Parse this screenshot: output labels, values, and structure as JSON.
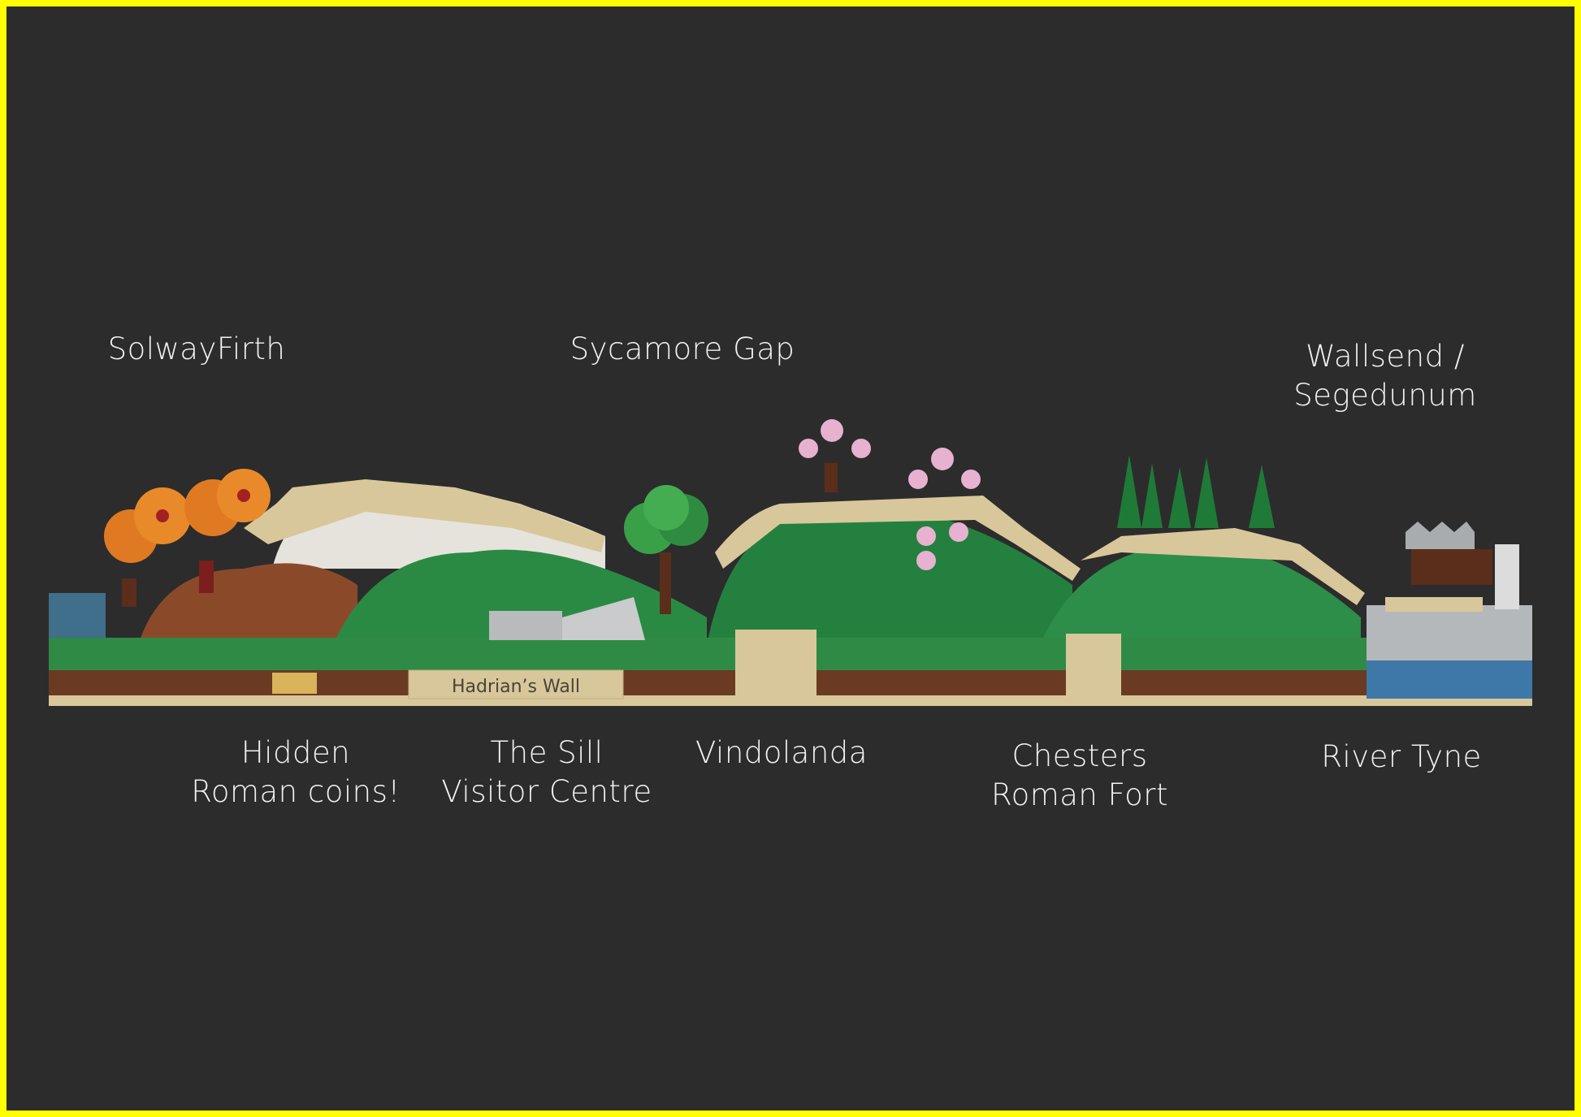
{
  "labels": {
    "solway_firth": "SolwayFirth",
    "sycamore_gap": "Sycamore Gap",
    "wallsend_line1": "Wallsend /",
    "wallsend_line2": "Segedunum",
    "hidden_coins_line1": "Hidden",
    "hidden_coins_line2": "Roman coins!",
    "the_sill_line1": "The Sill",
    "the_sill_line2": "Visitor Centre",
    "vindolanda": "Vindolanda",
    "chesters_line1": "Chesters",
    "chesters_line2": "Roman Fort",
    "river_tyne": "River Tyne"
  },
  "plaque": "Hadrian’s Wall",
  "colors": {
    "border": "#ffff00",
    "background": "#2c2c2c",
    "grass": "#2f8a45",
    "earth": "#6b3a22",
    "tan": "#d8c79a",
    "water": "#3f6f8a"
  }
}
